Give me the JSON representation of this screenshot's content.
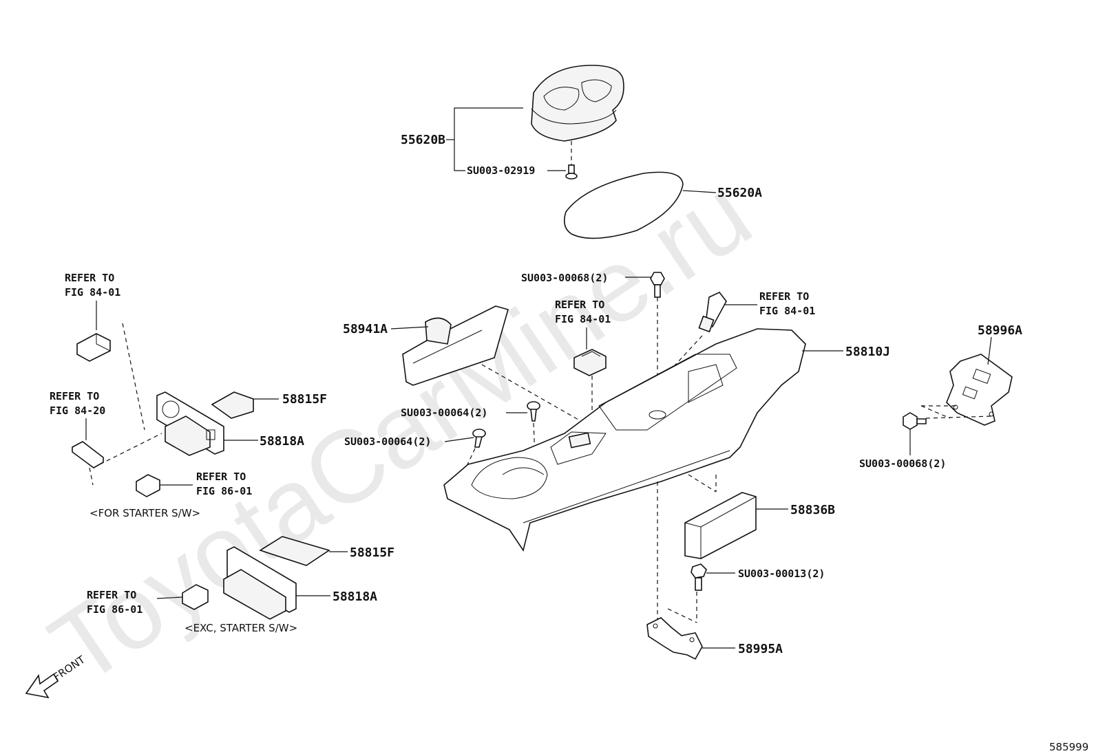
{
  "watermark": "ToyotaCarMine.ru",
  "figure_id": "585999",
  "front_indicator": "FRONT",
  "part_labels": {
    "p55620B": "55620B",
    "p55620A": "55620A",
    "p58941A": "58941A",
    "p58810J": "58810J",
    "p58996A": "58996A",
    "p58815F_a": "58815F",
    "p58818A_a": "58818A",
    "p58815F_b": "58815F",
    "p58818A_b": "58818A",
    "p58836B": "58836B",
    "p58995A": "58995A"
  },
  "fastener_labels": {
    "su02919": "SU003-02919",
    "su00068_top": "SU003-00068(2)",
    "su00064_a": "SU003-00064(2)",
    "su00064_b": "SU003-00064(2)",
    "su00068_right": "SU003-00068(2)",
    "su00013": "SU003-00013(2)"
  },
  "refer_notes": {
    "ref_8401_left": {
      "line1": "REFER TO",
      "line2": "FIG 84-01"
    },
    "ref_8420": {
      "line1": "REFER TO",
      "line2": "FIG 84-20"
    },
    "ref_8601_a": {
      "line1": "REFER TO",
      "line2": "FIG 86-01"
    },
    "ref_8601_b": {
      "line1": "REFER TO",
      "line2": "FIG 86-01"
    },
    "ref_8401_center": {
      "line1": "REFER TO",
      "line2": "FIG 84-01"
    },
    "ref_8401_right": {
      "line1": "REFER TO",
      "line2": "FIG 84-01"
    }
  },
  "variant_notes": {
    "for_starter": "<FOR STARTER S/W>",
    "exc_starter": "<EXC, STARTER S/W>"
  }
}
